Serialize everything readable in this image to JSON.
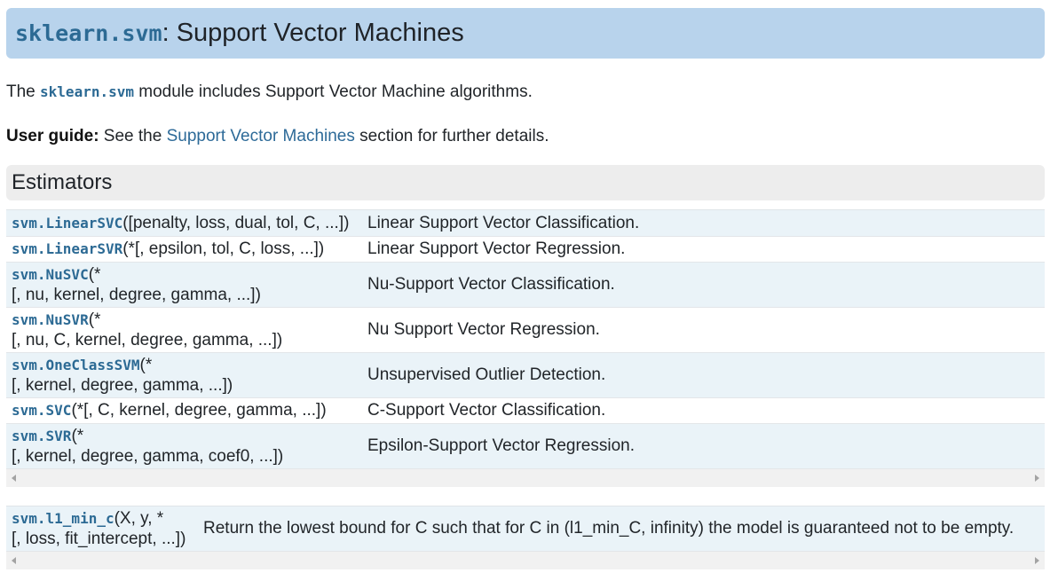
{
  "title": {
    "code": "sklearn.svm",
    "rest": ": Support Vector Machines"
  },
  "intro": {
    "before": "The ",
    "code": "sklearn.svm",
    "after": " module includes Support Vector Machine algorithms."
  },
  "guide": {
    "label": "User guide:",
    "before": " See the ",
    "link": "Support Vector Machines",
    "after": " section for further details."
  },
  "estimators": {
    "heading": "Estimators",
    "rows": [
      {
        "code": "svm.LinearSVC",
        "args": "([penalty, loss, dual, tol, C, ...])",
        "args2": "",
        "desc": "Linear Support Vector Classification."
      },
      {
        "code": "svm.LinearSVR",
        "args": "(*[, epsilon, tol, C, loss, ...])",
        "args2": "",
        "desc": "Linear Support Vector Regression."
      },
      {
        "code": "svm.NuSVC",
        "args": "(*",
        "args2": "[, nu, kernel, degree, gamma, ...])",
        "desc": "Nu-Support Vector Classification."
      },
      {
        "code": "svm.NuSVR",
        "args": "(*",
        "args2": "[, nu, C, kernel, degree, gamma, ...])",
        "desc": "Nu Support Vector Regression."
      },
      {
        "code": "svm.OneClassSVM",
        "args": "(*",
        "args2": "[, kernel, degree, gamma, ...])",
        "desc": "Unsupervised Outlier Detection."
      },
      {
        "code": "svm.SVC",
        "args": "(*[, C, kernel, degree, gamma, ...])",
        "args2": "",
        "desc": "C-Support Vector Classification."
      },
      {
        "code": "svm.SVR",
        "args": "(*",
        "args2": "[, kernel, degree, gamma, coef0, ...])",
        "desc": "Epsilon-Support Vector Regression."
      }
    ]
  },
  "functions": {
    "rows": [
      {
        "code": "svm.l1_min_c",
        "args": "(X, y, *",
        "args2": "[, loss, fit_intercept, ...])",
        "desc": "Return the lowest bound for C such that for C in (l1_min_C, infinity) the model is guaranteed not to be empty."
      }
    ]
  },
  "icons": {
    "scroll_left": "scroll-left-arrow-icon",
    "scroll_right": "scroll-right-arrow-icon"
  },
  "colors": {
    "title_bg": "#b8d3ec",
    "section_bg": "#ededed",
    "row_alt_bg": "#eaf3f8",
    "code_color": "#2c6a94",
    "link_color": "#2d6a98"
  }
}
